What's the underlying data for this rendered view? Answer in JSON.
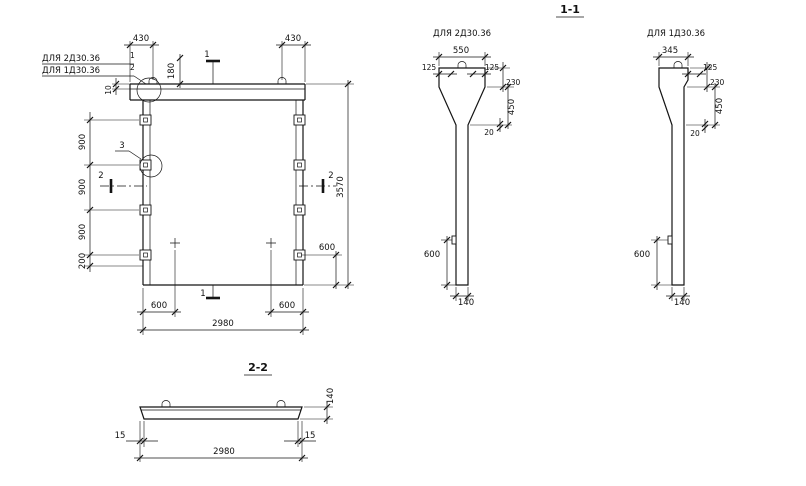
{
  "drawing": {
    "section1_title": "1-1",
    "section2_title": "2-2"
  },
  "front": {
    "ref1": "ДЛЯ 2Д30.36",
    "marker1": "1",
    "ref2": "ДЛЯ 1Д30.36",
    "marker2": "2",
    "detail3": "3",
    "cut1": "1",
    "cut2": "2",
    "dim_430_left": "430",
    "dim_430_right": "430",
    "dim_180": "180",
    "dim_10": "10",
    "dim_900_1": "900",
    "dim_900_2": "900",
    "dim_900_3": "900",
    "dim_200": "200",
    "dim_3570": "3570",
    "dim_600_side": "600",
    "dim_600_bottom_left": "600",
    "dim_600_bottom_right": "600",
    "dim_2980": "2980"
  },
  "profile1": {
    "ref": "ДЛЯ 2Д30.36",
    "dim_550": "550",
    "dim_125_left": "125",
    "dim_125_right": "125",
    "dim_230": "230",
    "dim_450": "450",
    "dim_20": "20",
    "dim_600": "600",
    "dim_140": "140"
  },
  "profile2": {
    "ref": "ДЛЯ 1Д30.36",
    "dim_345": "345",
    "dim_125": "125",
    "dim_230": "230",
    "dim_450": "450",
    "dim_20": "20",
    "dim_600": "600",
    "dim_140": "140"
  },
  "section22": {
    "dim_15_left": "15",
    "dim_15_right": "15",
    "dim_2980": "2980",
    "dim_140": "140"
  }
}
